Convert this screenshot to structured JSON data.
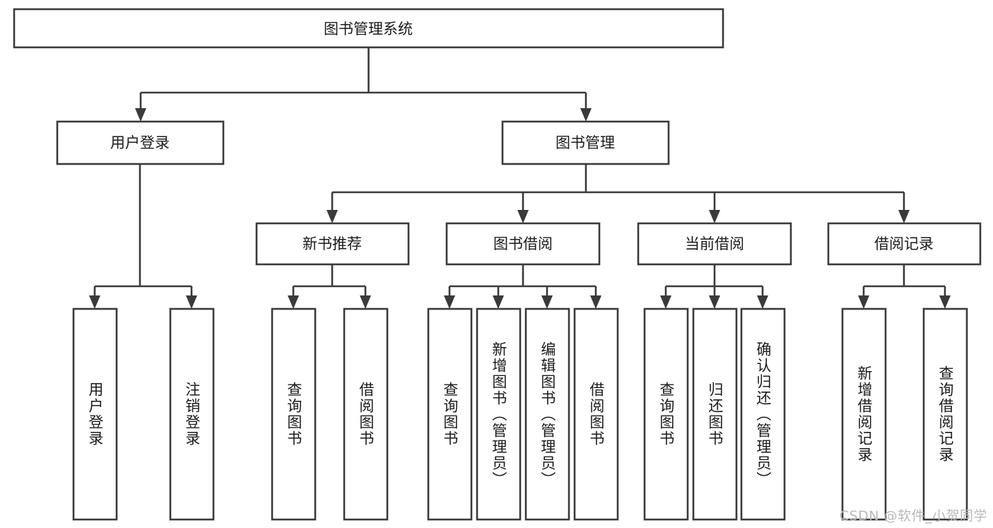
{
  "diagram": {
    "type": "tree-hierarchy",
    "title": "图书管理系统",
    "watermark": "CSDN @软件_小贺同学",
    "colors": {
      "box_stroke": "#3a3a3a",
      "box_fill": "#ffffff",
      "text": "#1b1b1b",
      "connector": "#3a3a3a",
      "watermark": "#b9b9b9",
      "background": "#ffffff"
    },
    "levels": {
      "root": {
        "label": "图书管理系统"
      },
      "level2": [
        {
          "id": "user-login",
          "label": "用户登录"
        },
        {
          "id": "book-management",
          "label": "图书管理"
        }
      ],
      "level3": [
        {
          "id": "new-book-recommend",
          "label": "新书推荐",
          "parent": "book-management"
        },
        {
          "id": "book-borrow",
          "label": "图书借阅",
          "parent": "book-management"
        },
        {
          "id": "current-borrow",
          "label": "当前借阅",
          "parent": "book-management"
        },
        {
          "id": "borrow-record",
          "label": "借阅记录",
          "parent": "book-management"
        }
      ],
      "leaves": [
        {
          "id": "leaf-user-login",
          "label": "用户登录",
          "parent": "user-login"
        },
        {
          "id": "leaf-logout-login",
          "label": "注销登录",
          "parent": "user-login"
        },
        {
          "id": "leaf-query-book-1",
          "label": "查询图书",
          "parent": "new-book-recommend"
        },
        {
          "id": "leaf-borrow-book-1",
          "label": "借阅图书",
          "parent": "new-book-recommend"
        },
        {
          "id": "leaf-query-book-2",
          "label": "查询图书",
          "parent": "book-borrow"
        },
        {
          "id": "leaf-add-book",
          "label": "新增图书（管理员）",
          "parent": "book-borrow"
        },
        {
          "id": "leaf-edit-book",
          "label": "编辑图书（管理员）",
          "parent": "book-borrow"
        },
        {
          "id": "leaf-borrow-book-2",
          "label": "借阅图书",
          "parent": "book-borrow"
        },
        {
          "id": "leaf-query-book-3",
          "label": "查询图书",
          "parent": "current-borrow"
        },
        {
          "id": "leaf-return-book",
          "label": "归还图书",
          "parent": "current-borrow"
        },
        {
          "id": "leaf-confirm-return",
          "label": "确认归还（管理员）",
          "parent": "current-borrow"
        },
        {
          "id": "leaf-add-record",
          "label": "新增借阅记录",
          "parent": "borrow-record"
        },
        {
          "id": "leaf-query-record",
          "label": "查询借阅记录",
          "parent": "borrow-record"
        }
      ]
    }
  }
}
